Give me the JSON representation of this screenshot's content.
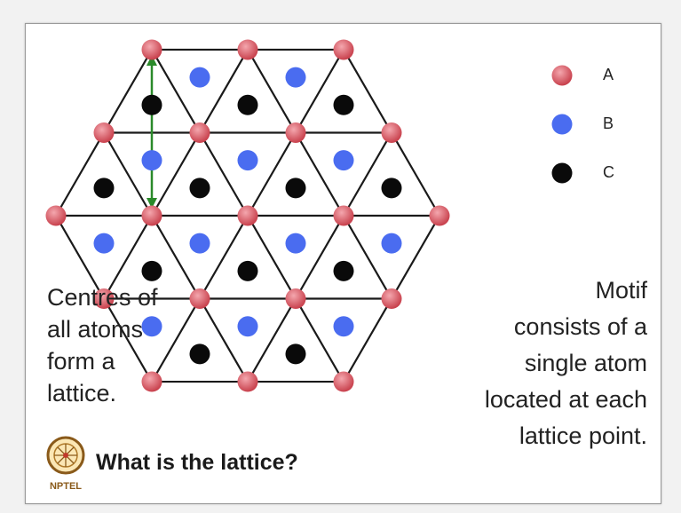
{
  "legend": [
    {
      "label": "A",
      "color": "#d95560"
    },
    {
      "label": "B",
      "color": "#4a6cf0"
    },
    {
      "label": "C",
      "color": "#0a0a0a"
    }
  ],
  "left_caption": [
    "Centres of",
    "all atoms",
    "form a",
    "lattice."
  ],
  "right_caption": [
    "Motif",
    "consists of a",
    "single atom",
    "located at each",
    "lattice point."
  ],
  "question": "What is the lattice?",
  "logo": {
    "text": "NPTEL"
  },
  "colors": {
    "lattice_line": "#1a1a1a",
    "arrow": "#2a8a2a",
    "site_a": "#d95560",
    "site_b": "#4a6cf0",
    "site_c": "#0a0a0a"
  }
}
